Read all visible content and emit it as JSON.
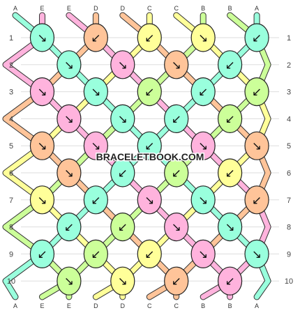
{
  "watermark": "BRACELETBOOK.COM",
  "colors": {
    "A": "#99ffdd",
    "E": "#ffb3dd",
    "D": "#ffc499",
    "C": "#ffff99",
    "B": "#ccff99"
  },
  "strands_top": [
    "A",
    "E",
    "E",
    "D",
    "D",
    "C",
    "C",
    "B",
    "B",
    "A"
  ],
  "strands_bottom": [
    "A",
    "E",
    "E",
    "D",
    "D",
    "C",
    "C",
    "B",
    "B",
    "A"
  ],
  "row_numbers": [
    "1",
    "2",
    "3",
    "4",
    "5",
    "6",
    "7",
    "8",
    "9",
    "10"
  ],
  "knots": [
    [
      "↘",
      "↙",
      "↙",
      "↘",
      "↙"
    ],
    [
      "↘",
      "↘",
      "↘",
      "↙"
    ],
    [
      "↘",
      "↘",
      "↙",
      "↙",
      "↙"
    ],
    [
      "↘",
      "↘",
      "↙",
      "↙"
    ],
    [
      "↘",
      "↘",
      "↙",
      "↘",
      "↘"
    ],
    [
      "↘",
      "↙",
      "↙",
      "↙"
    ],
    [
      "↘",
      "↙",
      "↘",
      "↘",
      "↙"
    ],
    [
      "↙",
      "↙",
      "↘",
      "↘"
    ],
    [
      "↙",
      "↙",
      "↙",
      "↘",
      "↘"
    ],
    [
      "↘",
      "↘",
      "↙",
      "↙"
    ]
  ]
}
